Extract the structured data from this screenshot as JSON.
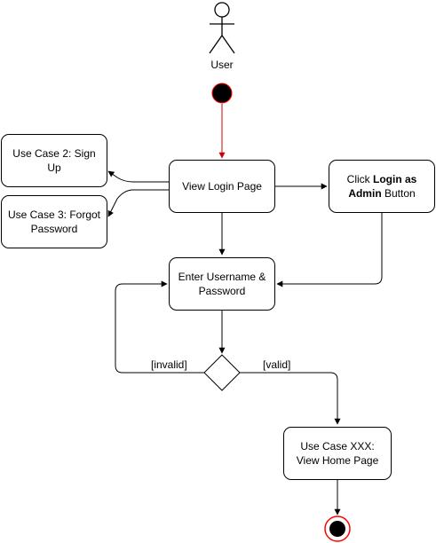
{
  "actor": {
    "label": "User"
  },
  "nodes": {
    "view_login": {
      "label": "View Login Page"
    },
    "sign_up": {
      "label": "Use Case 2: Sign Up"
    },
    "forgot_password": {
      "label": "Use Case 3: Forgot Password"
    },
    "click_admin": {
      "prefix": "Click ",
      "bold": "Login as Admin",
      "suffix": " Button"
    },
    "enter_credentials": {
      "label": "Enter Username & Password"
    },
    "view_home": {
      "label": "Use Case XXX: View Home Page"
    }
  },
  "guards": {
    "invalid": "[invalid]",
    "valid": "[valid]"
  },
  "colors": {
    "initial_arrow": "#cc0000",
    "final_ring": "#ff0000",
    "stroke": "#000000"
  }
}
